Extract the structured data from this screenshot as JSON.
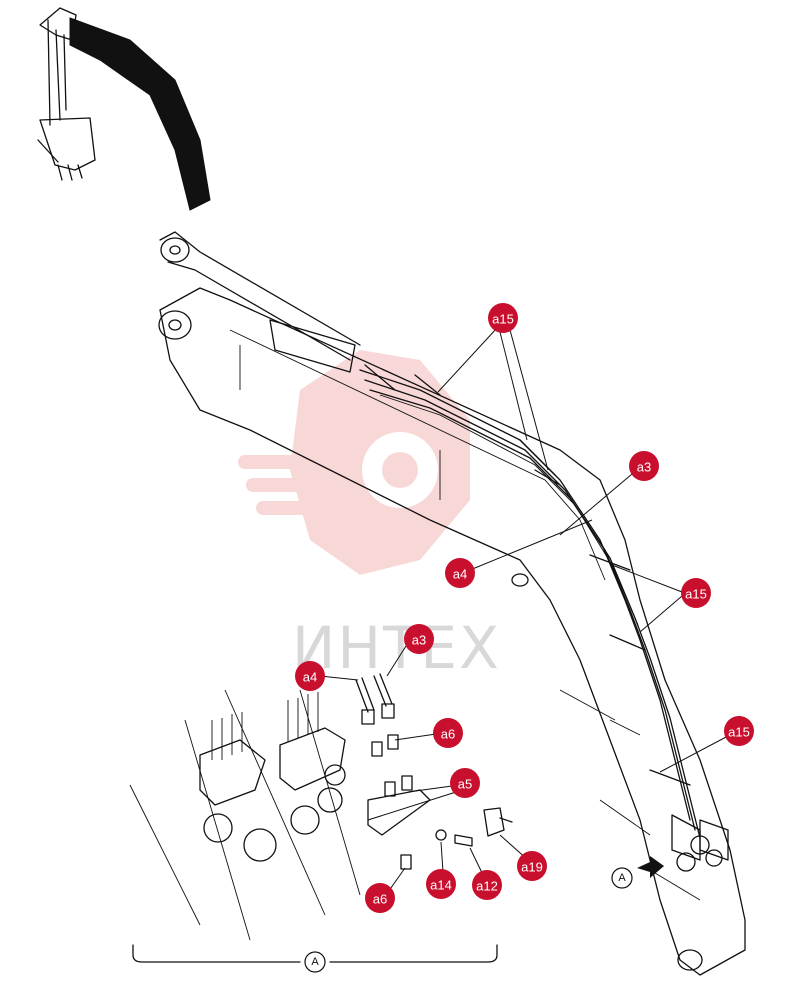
{
  "watermark": {
    "text": "ИНТЕХ",
    "color": "#d8d8d8",
    "logo_color": "#f3b8b8"
  },
  "callout_color": "#c8102e",
  "callouts": {
    "a15_top": "a15",
    "a3_main": "a3",
    "a4_main": "a4",
    "a15_mid": "a15",
    "a15_low": "a15",
    "a3_detail": "a3",
    "a4_detail": "a4",
    "a6_upper": "a6",
    "a5_detail": "a5",
    "a19_detail": "a19",
    "a14_detail": "a14",
    "a12_detail": "a12",
    "a6_lower": "a6"
  },
  "view_marks": {
    "boom_arrow": "A",
    "detail_bracket": "A"
  }
}
